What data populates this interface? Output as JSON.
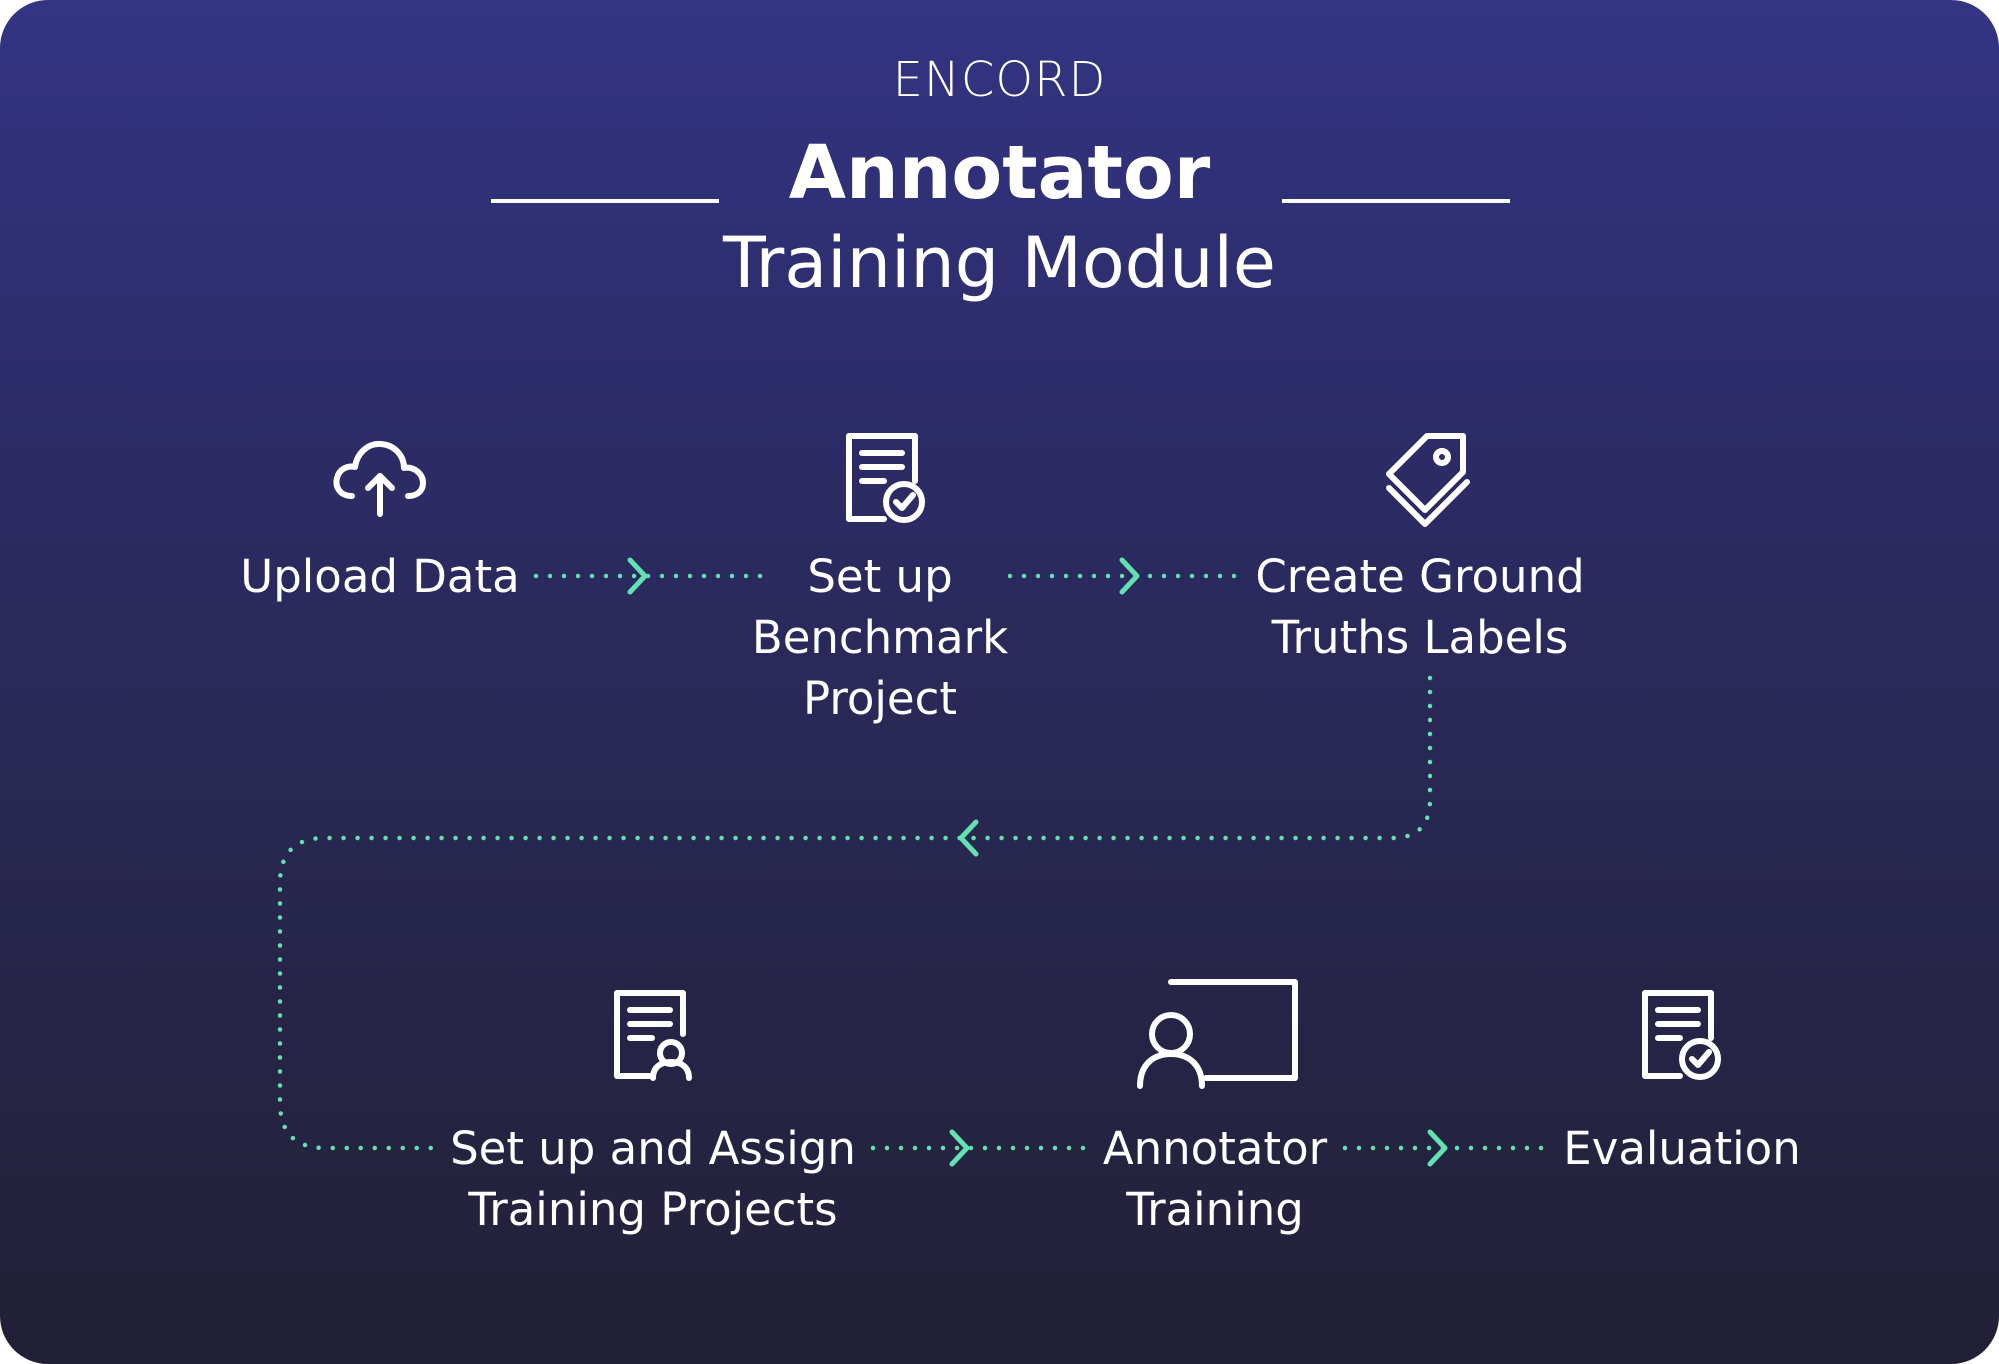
{
  "logo": {
    "text": "ENCORD"
  },
  "title": {
    "main": "Annotator",
    "sub": "Training Module"
  },
  "steps": [
    {
      "lines": [
        "Upload Data"
      ],
      "icon": "cloud-upload-icon"
    },
    {
      "lines": [
        "Set up",
        "Benchmark",
        "Project"
      ],
      "icon": "document-check-icon"
    },
    {
      "lines": [
        "Create Ground",
        "Truths Labels"
      ],
      "icon": "tag-icon"
    },
    {
      "lines": [
        "Set up and Assign",
        "Training Projects"
      ],
      "icon": "document-user-icon"
    },
    {
      "lines": [
        "Annotator",
        "Training"
      ],
      "icon": "presentation-icon"
    },
    {
      "lines": [
        "Evaluation"
      ],
      "icon": "document-check-icon"
    }
  ],
  "colors": {
    "background_top": "#333483",
    "background_bottom": "#222036",
    "text": "#ffffff",
    "connector": "#62e2b0"
  }
}
